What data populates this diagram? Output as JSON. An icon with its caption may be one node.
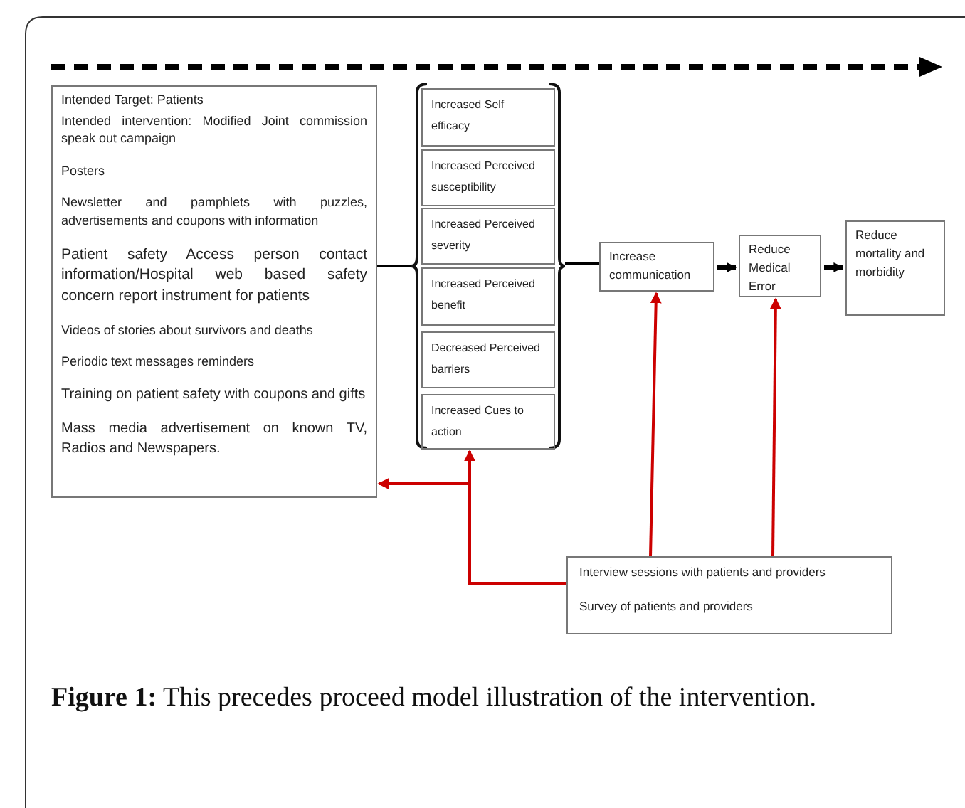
{
  "diagram": {
    "caption": "**Figure 1:** This precedes proceed model illustration of the intervention.",
    "nodes": [
      {
        "text": [
          "Intended Target: Patients",
          "Intended intervention: Modified Joint commission speak out campaign",
          "Posters",
          "Newsletter and pamphlets with puzzles, advertisements and coupons with information",
          "Patient safety Access person contact information/Hospital web based safety concern report instrument for patients",
          "Videos of stories about survivors and deaths",
          "Periodic text messages reminders",
          "Training on patient safety with coupons and gifts",
          "Mass media advertisement on known TV, Radios and Newspapers."
        ]
      },
      {
        "text": [],
        "shape": "bracket"
      },
      {
        "text": [
          "Increased Self efficacy"
        ],
        "in": 1
      },
      {
        "text": [
          "Increased Perceived susceptibility"
        ],
        "in": 1
      },
      {
        "text": [
          "Increased Perceived severity"
        ],
        "in": 1
      },
      {
        "text": [
          "Increased Perceived benefit"
        ],
        "in": 1
      },
      {
        "text": [
          "Decreased Perceived barriers"
        ],
        "in": 1
      },
      {
        "text": [
          "Increased Cues to action"
        ],
        "in": 1
      },
      {
        "text": [
          "Increase communication"
        ]
      },
      {
        "text": [
          "Reduce Medical Error"
        ]
      },
      {
        "text": [
          "Reduce mortality and morbidity"
        ]
      },
      {
        "text": [
          "Interview sessions with patients and providers",
          "Survey of patients and providers"
        ]
      }
    ],
    "edges": [
      {
        "from": 0,
        "to": 1,
        "arrow": "none"
      },
      {
        "from": 1,
        "to": 8,
        "arrow": "none"
      },
      {
        "from": 8,
        "to": 9,
        "arrow": "to",
        "style": "thick"
      },
      {
        "from": 9,
        "to": 10,
        "arrow": "to",
        "style": "thick"
      },
      {
        "from": 11,
        "to": 8,
        "arrow": "to",
        "color": "#cc0000"
      },
      {
        "from": 11,
        "to": 9,
        "arrow": "to",
        "color": "#cc0000"
      },
      {
        "from": 11,
        "to": 7,
        "arrow": "to",
        "color": "#cc0000"
      },
      {
        "from": 11,
        "to": 0,
        "arrow": "to",
        "color": "#cc0000"
      }
    ]
  }
}
